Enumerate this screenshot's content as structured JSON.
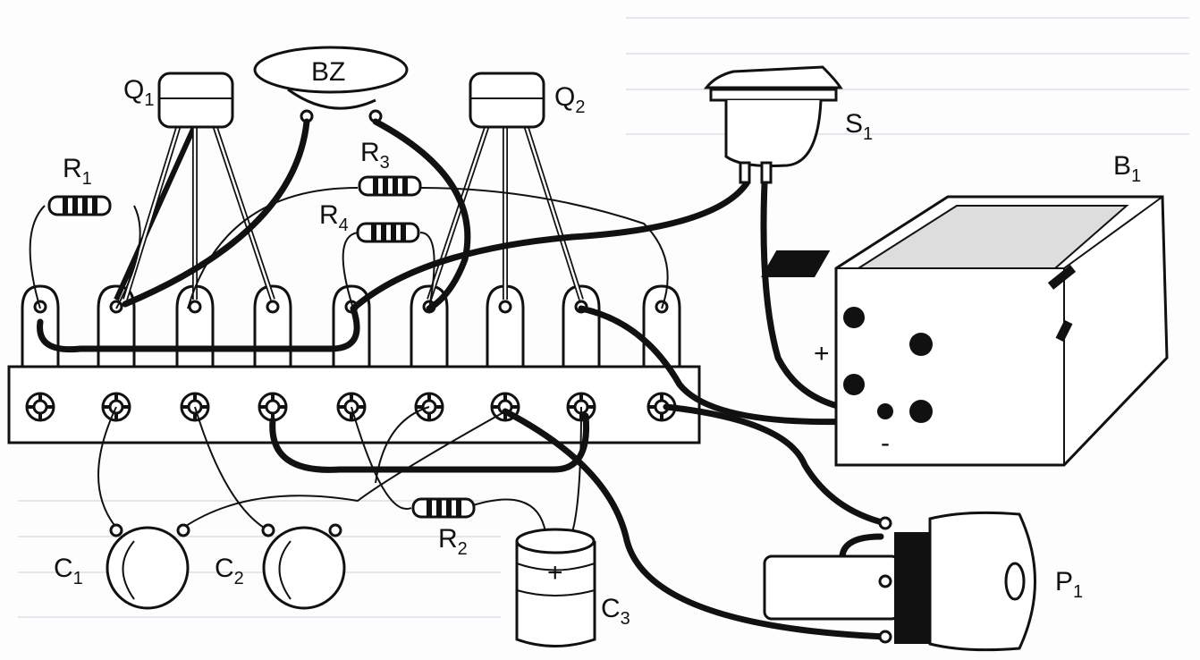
{
  "title": "Wiring diagram",
  "labels": {
    "q1": {
      "letter": "Q",
      "sub": "1"
    },
    "q2": {
      "letter": "Q",
      "sub": "2"
    },
    "bz": {
      "letter": "BZ",
      "sub": ""
    },
    "s1": {
      "letter": "S",
      "sub": "1"
    },
    "b1": {
      "letter": "B",
      "sub": "1"
    },
    "r1": {
      "letter": "R",
      "sub": "1"
    },
    "r2": {
      "letter": "R",
      "sub": "2"
    },
    "r3": {
      "letter": "R",
      "sub": "3"
    },
    "r4": {
      "letter": "R",
      "sub": "4"
    },
    "c1": {
      "letter": "C",
      "sub": "1"
    },
    "c2": {
      "letter": "C",
      "sub": "2"
    },
    "c3": {
      "letter": "C",
      "sub": "3"
    },
    "p1": {
      "letter": "P",
      "sub": "1"
    }
  },
  "polarity": {
    "battery_plus": "+",
    "battery_minus": "-",
    "c3_plus": "+"
  }
}
